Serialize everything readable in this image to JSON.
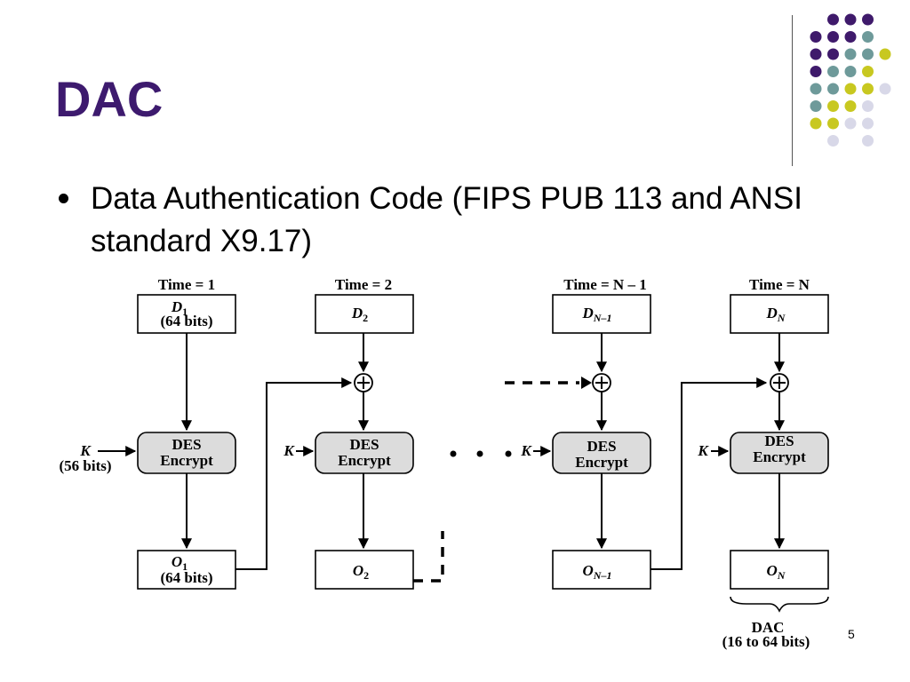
{
  "title": "DAC",
  "bullet": "Data Authentication Code (FIPS PUB 113 and ANSI standard X9.17)",
  "colors": {
    "title": "#3d1a6e",
    "dot_purple": "#3f1a6b",
    "dot_teal": "#6e9a9a",
    "dot_yellow": "#c8c820",
    "dot_lavender": "#d8d8e8",
    "des_fill": "#dcdcdc"
  },
  "diagram": {
    "stages": [
      {
        "time": "Time = 1",
        "input_main": "D",
        "input_sub": "1",
        "input_extra": "(64 bits)",
        "key": "K",
        "key_extra": "(56 bits)",
        "des_line1": "DES",
        "des_line2": "Encrypt",
        "output_main": "O",
        "output_sub": "1",
        "output_extra": "(64 bits)"
      },
      {
        "time": "Time = 2",
        "input_main": "D",
        "input_sub": "2",
        "key": "K",
        "des_line1": "DES",
        "des_line2": "Encrypt",
        "output_main": "O",
        "output_sub": "2"
      },
      {
        "time": "Time = N – 1",
        "input_main": "D",
        "input_sub": "N–1",
        "key": "K",
        "des_line1": "DES",
        "des_line2": "Encrypt",
        "output_main": "O",
        "output_sub": "N–1"
      },
      {
        "time": "Time = N",
        "input_main": "D",
        "input_sub": "N",
        "key": "K",
        "des_line1": "DES",
        "des_line2": "Encrypt",
        "output_main": "O",
        "output_sub": "N"
      }
    ],
    "dac_label": "DAC",
    "dac_bits": "(16 to 64 bits)"
  },
  "page_number": "5"
}
